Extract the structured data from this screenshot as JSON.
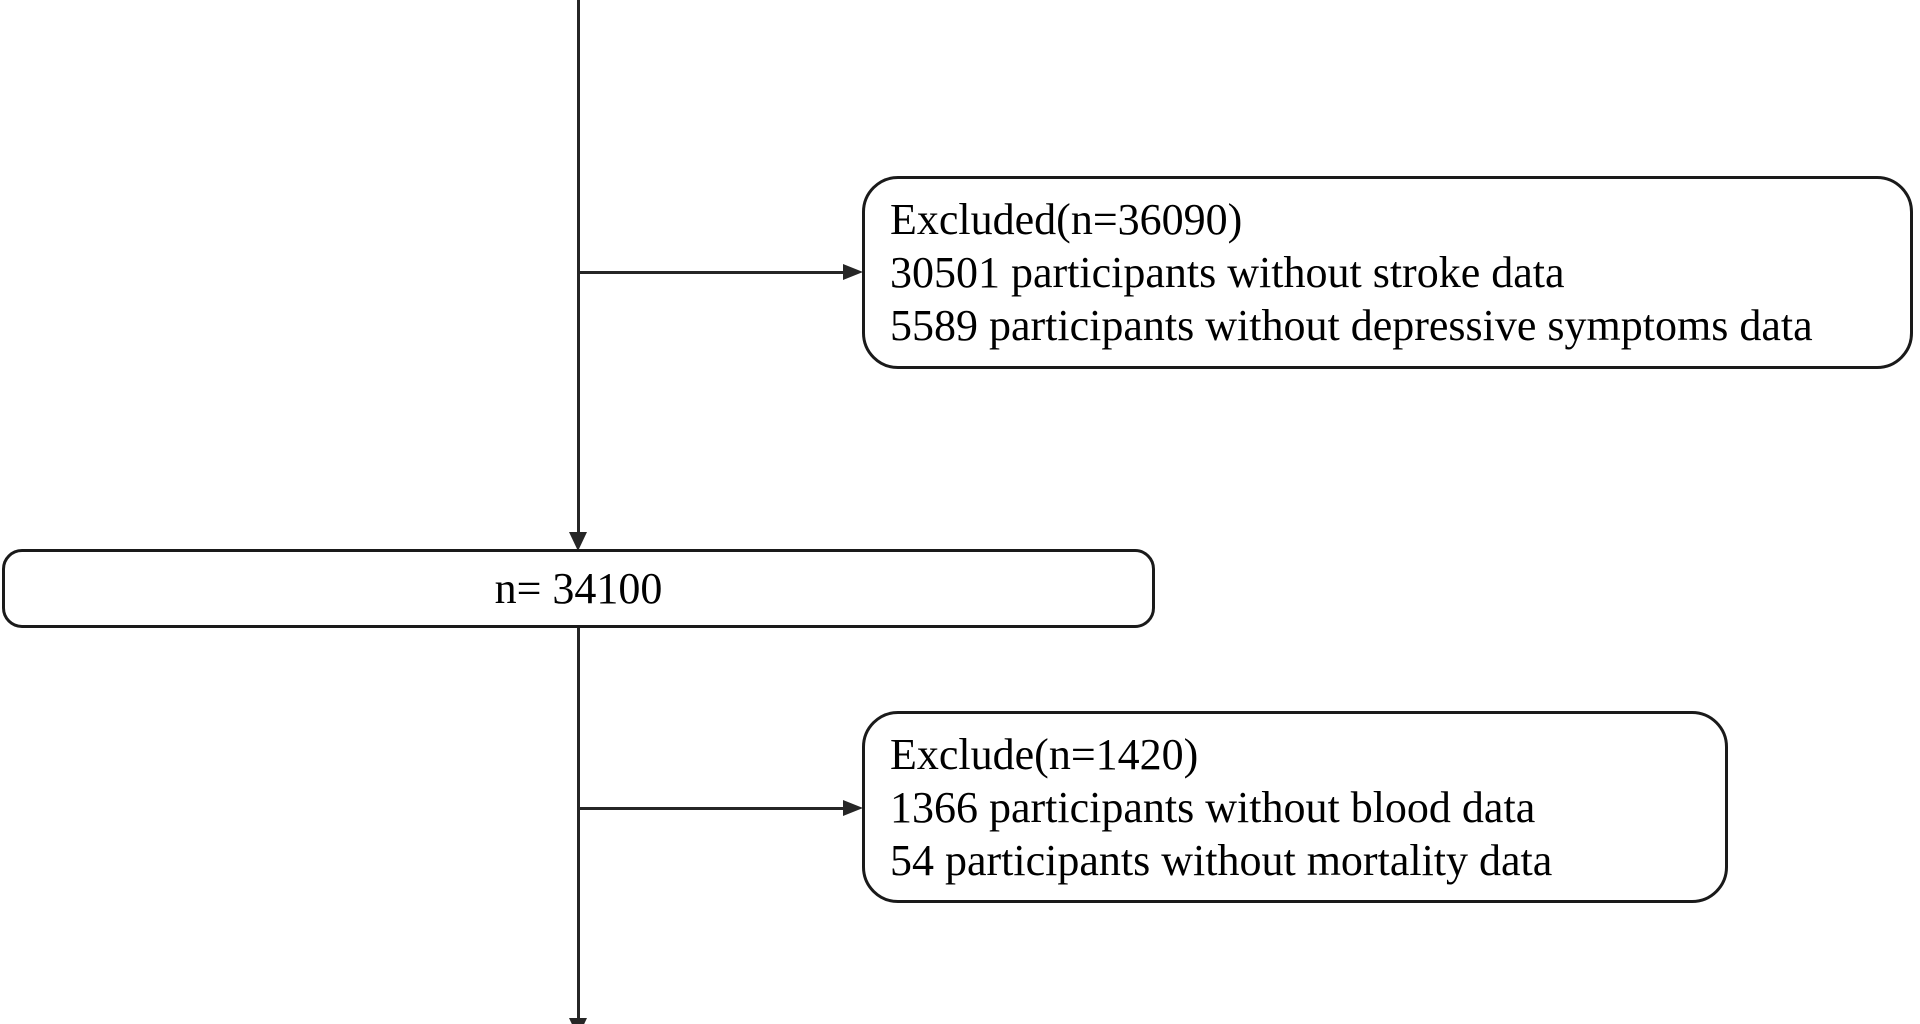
{
  "diagram": {
    "colors": {
      "background": "#ffffff",
      "line": "#262626",
      "border": "#1a1a1a",
      "text": "#000000"
    },
    "boxes": {
      "excluded_top": {
        "lines": [
          "Excluded(n=36090)",
          "30501 participants without stroke data",
          "5589 participants without depressive symptoms data"
        ]
      },
      "cohort": {
        "label": "n= 34100"
      },
      "excluded_bottom": {
        "lines": [
          "Exclude(n=1420)",
          "1366 participants without blood data",
          "54 participants without mortality data"
        ]
      }
    }
  }
}
